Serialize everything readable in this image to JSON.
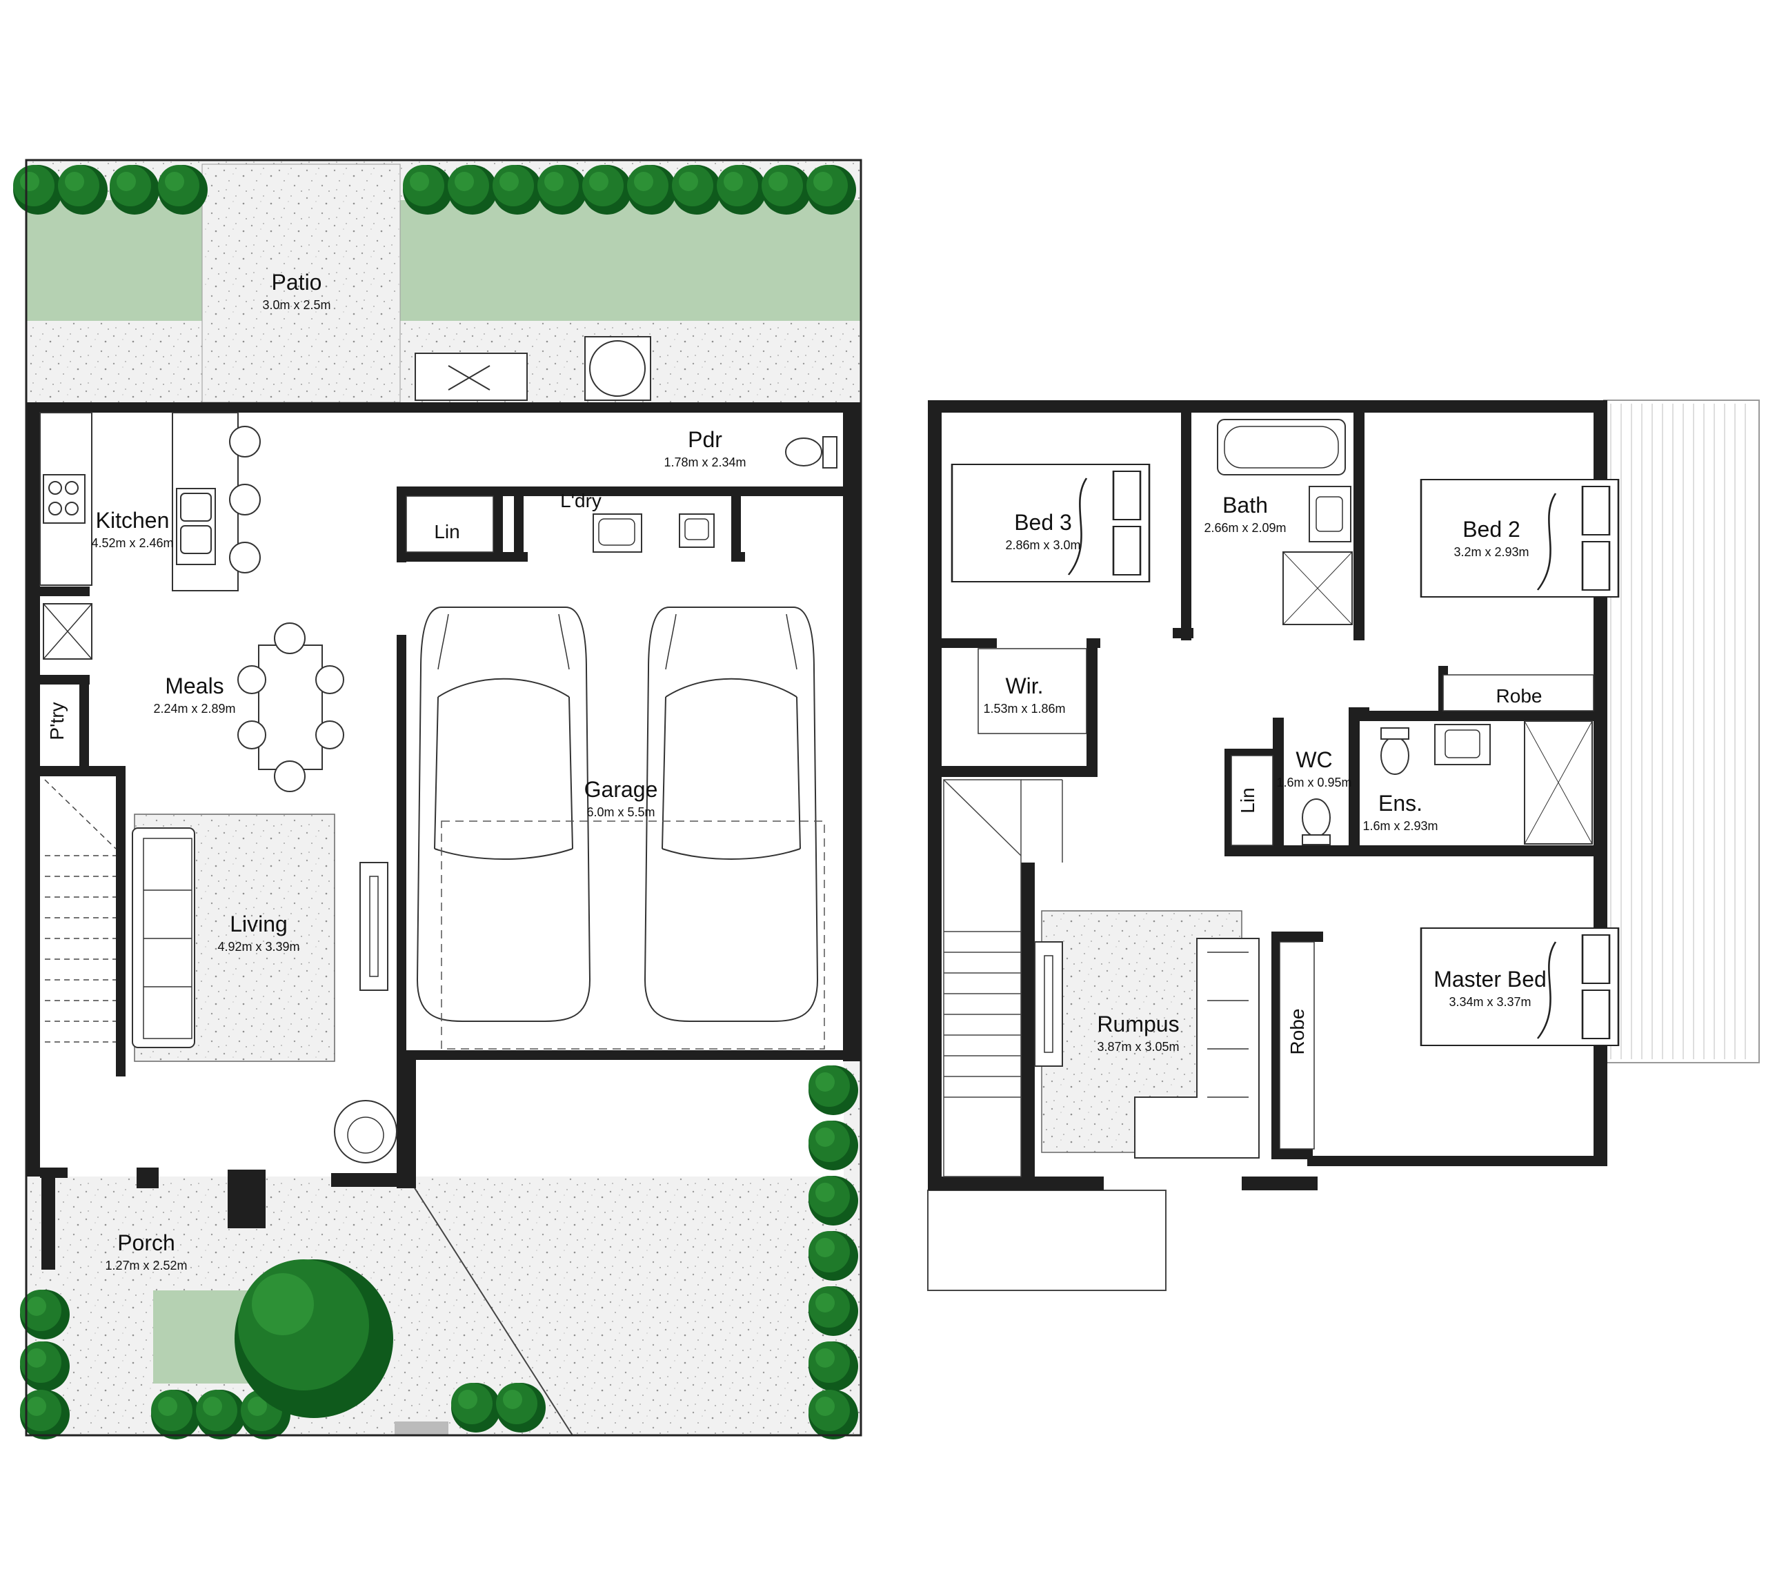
{
  "colors": {
    "wall": "#1f1f1f",
    "lawn": "#b5d1b2",
    "paving": "#f1f1f1",
    "shrub": "#1f7a2a",
    "shrub_dark": "#0f5a1c",
    "carpet": "#f3f3f3",
    "deck_line": "#bdbdbd"
  },
  "icons": {
    "tree": "tree-icon",
    "shrub": "shrub-icon",
    "car": "car-icon",
    "bed": "bed-icon",
    "sofa": "sofa-icon",
    "toilet": "toilet-icon",
    "bath": "bathtub-icon",
    "shower": "shower-icon",
    "sink": "sink-icon",
    "stove": "stove-icon",
    "dining": "dining-table-icon",
    "armchair": "armchair-icon",
    "stairs": "stairs-icon"
  },
  "ground_floor": {
    "patio": {
      "name": "Patio",
      "dims": "3.0m x 2.5m"
    },
    "pdr": {
      "name": "Pdr",
      "dims": "1.78m x 2.34m"
    },
    "laundry": {
      "name": "L'dry"
    },
    "lin": {
      "name": "Lin"
    },
    "kitchen": {
      "name": "Kitchen",
      "dims": "4.52m x 2.46m"
    },
    "meals": {
      "name": "Meals",
      "dims": "2.24m x 2.89m"
    },
    "pantry": {
      "name": "P'try"
    },
    "living": {
      "name": "Living",
      "dims": "4.92m x 3.39m"
    },
    "garage": {
      "name": "Garage",
      "dims": "6.0m x 5.5m"
    },
    "porch": {
      "name": "Porch",
      "dims": "1.27m x 2.52m"
    }
  },
  "first_floor": {
    "bed3": {
      "name": "Bed 3",
      "dims": "2.86m x 3.0m"
    },
    "bath": {
      "name": "Bath",
      "dims": "2.66m x 2.09m"
    },
    "bed2": {
      "name": "Bed 2",
      "dims": "3.2m x 2.93m"
    },
    "robe_bed2": {
      "name": "Robe"
    },
    "wir": {
      "name": "Wir.",
      "dims": "1.53m x 1.86m"
    },
    "wc": {
      "name": "WC",
      "dims": "1.6m x 0.95m"
    },
    "lin": {
      "name": "Lin"
    },
    "ens": {
      "name": "Ens.",
      "dims": "1.6m x 2.93m"
    },
    "rumpus": {
      "name": "Rumpus",
      "dims": "3.87m x 3.05m"
    },
    "robe_master": {
      "name": "Robe"
    },
    "master": {
      "name": "Master Bed",
      "dims": "3.34m x 3.37m"
    }
  }
}
